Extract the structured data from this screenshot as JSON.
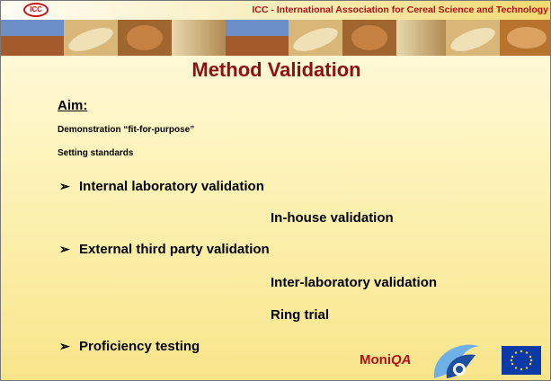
{
  "header": {
    "logo_text": "ICC",
    "association": "ICC - International Association for Cereal Science and Technology"
  },
  "slide": {
    "title": "Method Validation",
    "aim_heading": "Aim:",
    "aim_items": [
      "Demonstration “fit-for-purpose”",
      "Setting standards"
    ],
    "bullets": [
      {
        "arrow": "➢",
        "label": "Internal laboratory validation"
      },
      {
        "arrow": "➢",
        "label": "External third party validation"
      },
      {
        "arrow": "➢",
        "label": "Proficiency testing"
      }
    ],
    "sub_items": [
      "In-house validation",
      "Inter-laboratory validation",
      "Ring trial"
    ]
  },
  "footer": {
    "moniqa_prefix": "Moni",
    "moniqa_suffix": "QA",
    "fp6_logo": "fp6-logo",
    "eu_logo": "eu-flag-icon"
  },
  "colors": {
    "title": "#8b1113",
    "header_text": "#b01218",
    "background_top": "#fffbe4",
    "background_bottom": "#f8e58a"
  }
}
